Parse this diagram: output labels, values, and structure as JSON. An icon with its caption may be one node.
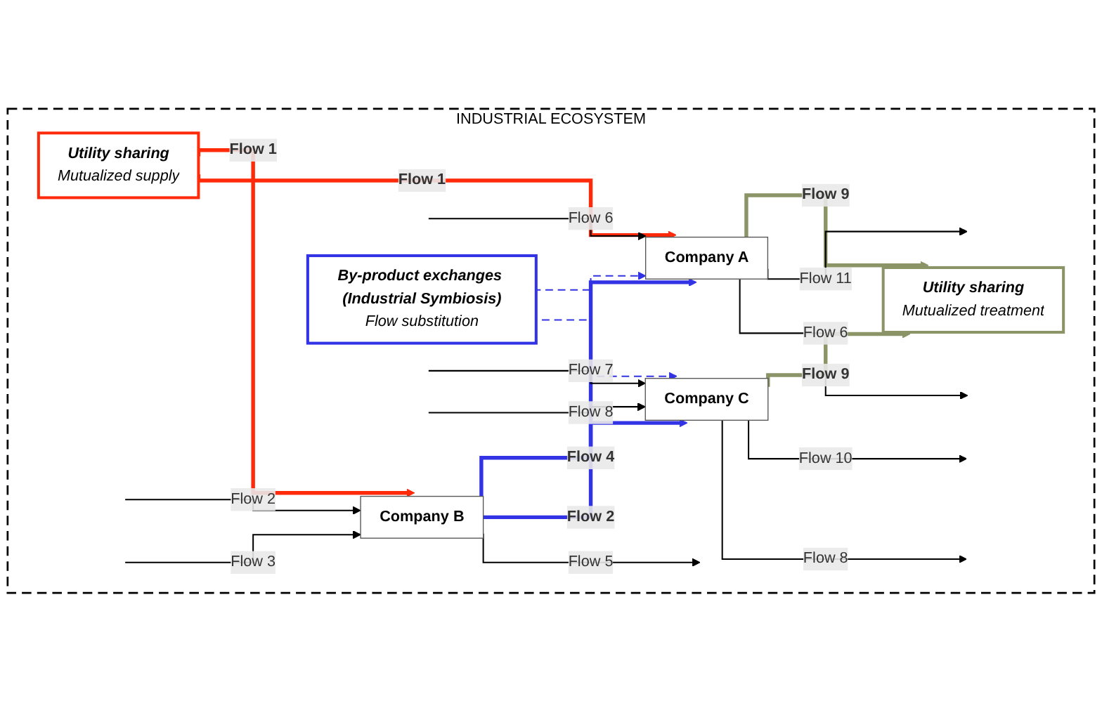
{
  "diagram": {
    "nodes": [
      {
        "text": [
          "INDUSTRIAL ECOSYSTEM"
        ]
      },
      {
        "text": [
          "Utility sharing",
          "Mutualized supply"
        ],
        "in": 0
      },
      {
        "text": [
          "Utility sharing",
          "Mutualized treatment"
        ],
        "in": 0
      },
      {
        "text": [
          "Company A"
        ],
        "in": 0
      },
      {
        "text": [
          "Company B"
        ],
        "in": 0
      },
      {
        "text": [
          "By-product exchanges (Industrial Symbiosis)",
          "Flow substitution"
        ],
        "in": 0
      },
      {
        "text": [
          "Company C"
        ],
        "in": 0
      }
    ],
    "edges": [
      {
        "from": 1,
        "to": 4,
        "arrow": "to",
        "label": "Flow 1",
        "style": "thick",
        "color": "#ff2a0a"
      },
      {
        "from": 1,
        "to": 3,
        "arrow": "to",
        "label": "Flow 1",
        "style": "thick",
        "color": "#ff2a0a"
      },
      {
        "from": null,
        "to": 4,
        "arrow": "to",
        "label": "Flow 2"
      },
      {
        "from": null,
        "to": 4,
        "arrow": "to",
        "label": "Flow 3"
      },
      {
        "from": 4,
        "to": 3,
        "arrow": "to",
        "label": "Flow 4",
        "style": "thick",
        "color": "#3333e6"
      },
      {
        "from": 4,
        "to": 6,
        "arrow": "to",
        "label": "Flow 2",
        "style": "thick",
        "color": "#3333e6"
      },
      {
        "from": 4,
        "to": null,
        "arrow": "to",
        "label": "Flow 5"
      },
      {
        "from": null,
        "to": 3,
        "arrow": "to",
        "label": "Flow 6"
      },
      {
        "from": 5,
        "to": 3,
        "arrow": "to",
        "style": "dashed",
        "color": "#3333e6"
      },
      {
        "from": 5,
        "to": 6,
        "arrow": "to",
        "style": "dashed",
        "color": "#3333e6"
      },
      {
        "from": 3,
        "to": 2,
        "arrow": "to",
        "label": "Flow 9",
        "style": "thick",
        "color": "#8a9466"
      },
      {
        "from": 3,
        "to": null,
        "arrow": "to",
        "label": "Flow 11"
      },
      {
        "from": 3,
        "to": null,
        "arrow": "to",
        "label": "Flow 6"
      },
      {
        "from": null,
        "to": 6,
        "arrow": "to",
        "label": "Flow 7"
      },
      {
        "from": null,
        "to": 6,
        "arrow": "to",
        "label": "Flow 8"
      },
      {
        "from": 6,
        "to": 2,
        "arrow": "to",
        "label": "Flow 9",
        "style": "thick",
        "color": "#8a9466"
      },
      {
        "from": 6,
        "to": null,
        "arrow": "to",
        "label": "Flow 10"
      },
      {
        "from": 6,
        "to": null,
        "arrow": "to",
        "label": "Flow 8"
      }
    ]
  }
}
